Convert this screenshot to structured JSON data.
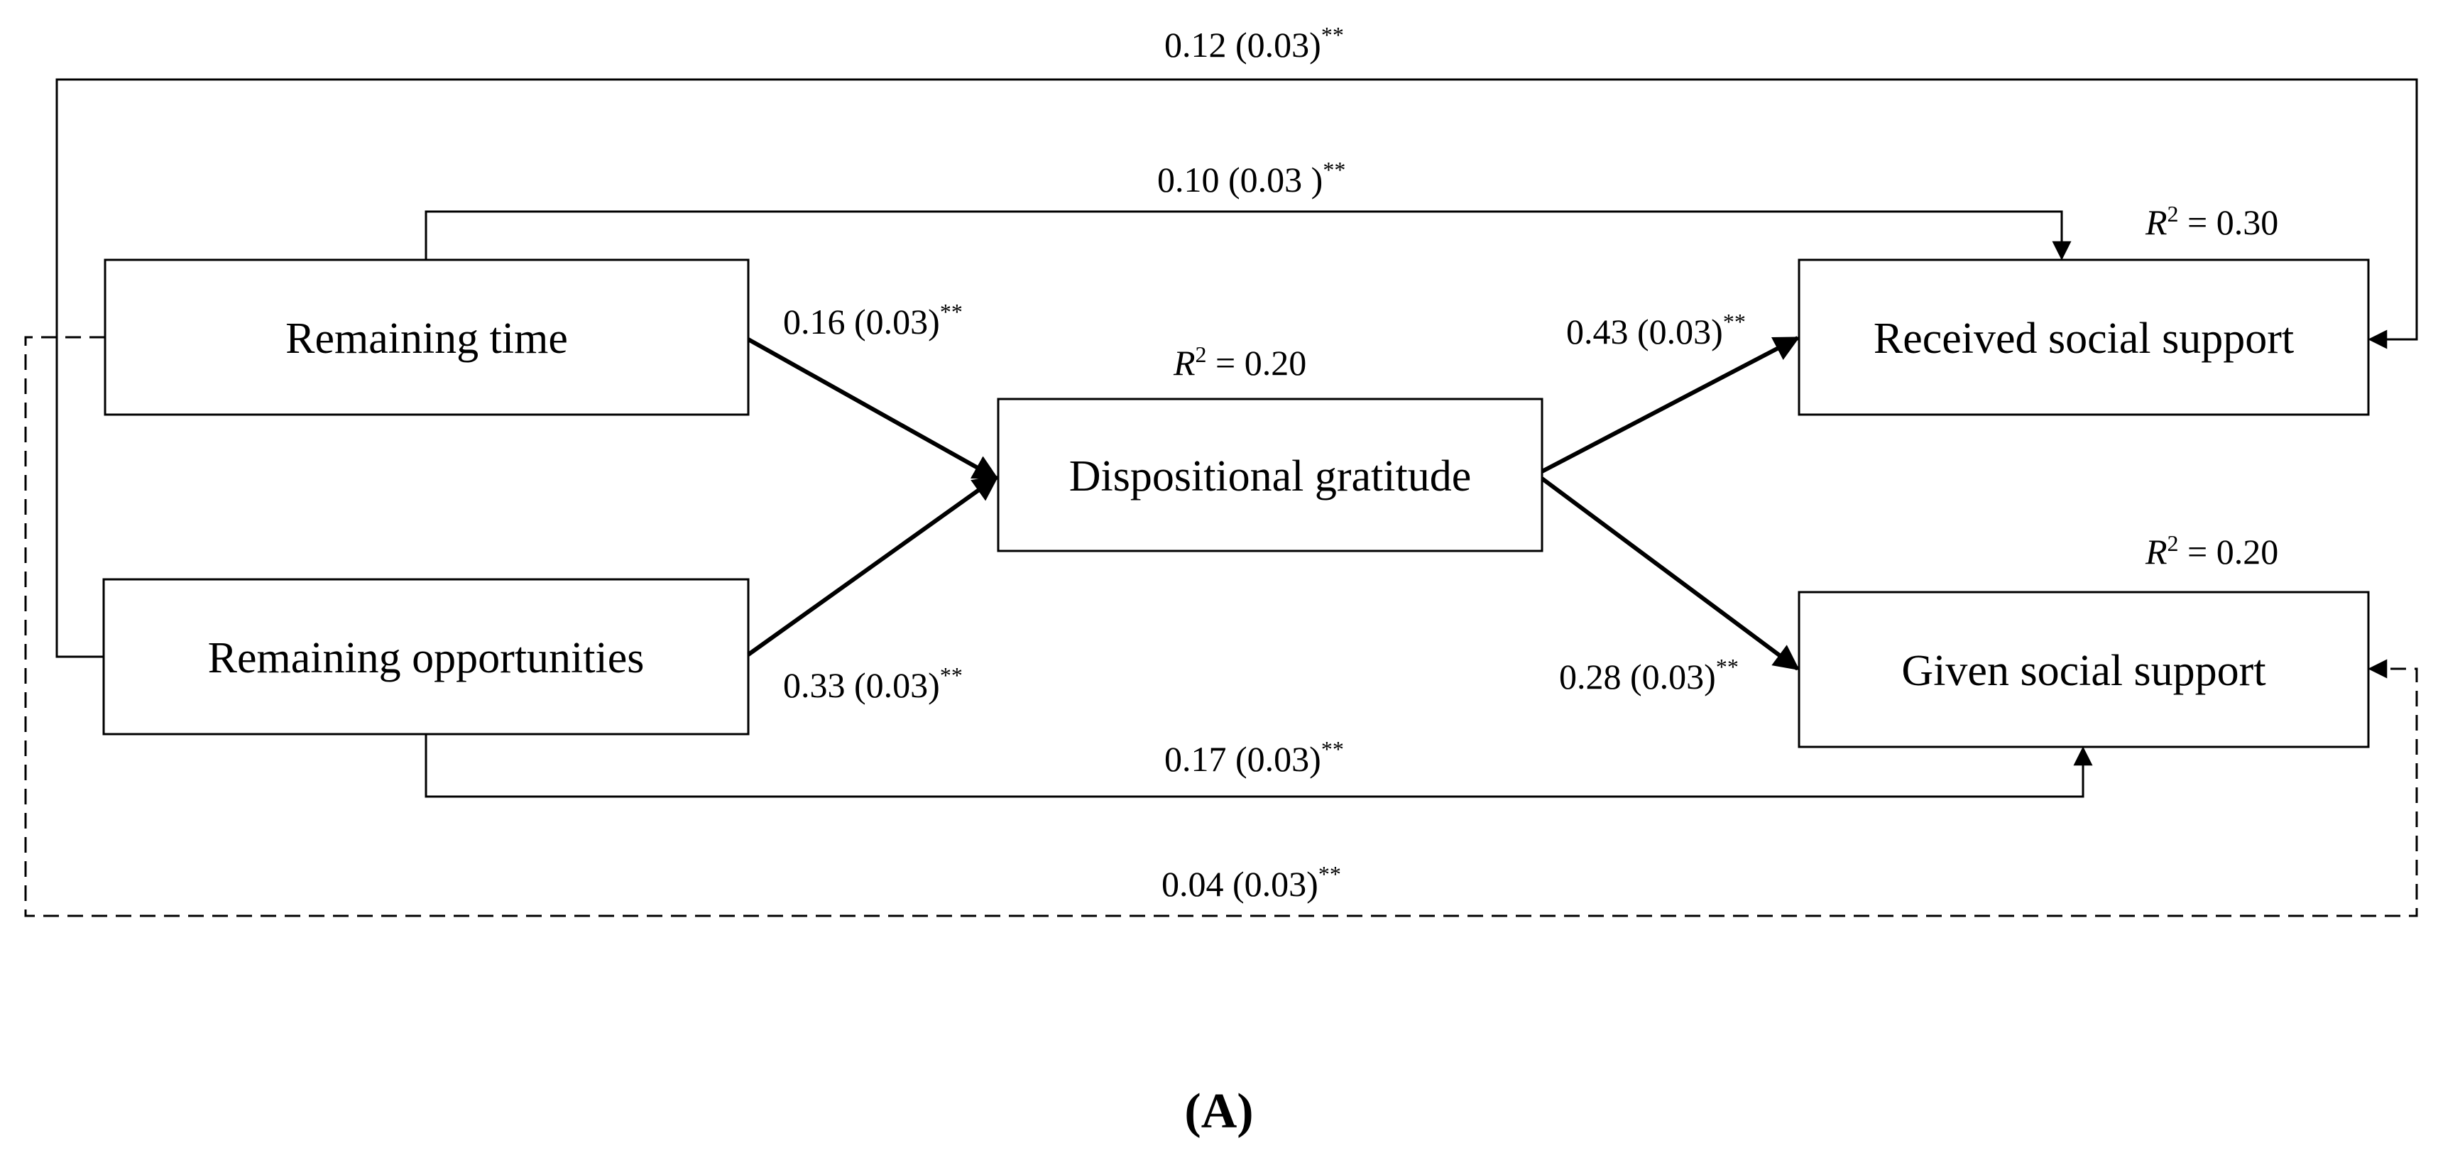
{
  "nodes": {
    "remaining_time": "Remaining time",
    "remaining_opportunities": "Remaining opportunities",
    "dispositional_gratitude": "Dispositional gratitude",
    "received_social_support": "Received social support",
    "given_social_support": "Given social support"
  },
  "r_squared": {
    "dispositional_gratitude": {
      "label": "R",
      "sup": "2",
      "value": " = 0.20"
    },
    "received_social_support": {
      "label": "R",
      "sup": "2",
      "value": " = 0.30"
    },
    "given_social_support": {
      "label": "R",
      "sup": "2",
      "value": " = 0.20"
    }
  },
  "paths": [
    {
      "id": "time_to_gratitude",
      "from": "Remaining time",
      "to": "Dispositional gratitude",
      "coef": "0.16 (0.03)",
      "sig": "**",
      "style": "solid"
    },
    {
      "id": "opp_to_gratitude",
      "from": "Remaining opportunities",
      "to": "Dispositional gratitude",
      "coef": "0.33 (0.03)",
      "sig": "**",
      "style": "solid"
    },
    {
      "id": "gratitude_to_received",
      "from": "Dispositional gratitude",
      "to": "Received social support",
      "coef": "0.43 (0.03)",
      "sig": "**",
      "style": "solid"
    },
    {
      "id": "gratitude_to_given",
      "from": "Dispositional gratitude",
      "to": "Given social support",
      "coef": "0.28 (0.03)",
      "sig": "**",
      "style": "solid"
    },
    {
      "id": "time_to_received",
      "from": "Remaining time",
      "to": "Received social support",
      "coef": "0.10 (0.03 )",
      "sig": "**",
      "style": "solid"
    },
    {
      "id": "opp_to_received",
      "from": "Remaining opportunities",
      "to": "Received social support",
      "coef": "0.12 (0.03)",
      "sig": "**",
      "style": "solid"
    },
    {
      "id": "opp_to_given",
      "from": "Remaining opportunities",
      "to": "Given social support",
      "coef": "0.17 (0.03)",
      "sig": "**",
      "style": "solid"
    },
    {
      "id": "time_to_given",
      "from": "Remaining time",
      "to": "Given social support",
      "coef": "0.04 (0.03)",
      "sig": "**",
      "style": "dashed"
    }
  ],
  "panel_label": "(A)"
}
